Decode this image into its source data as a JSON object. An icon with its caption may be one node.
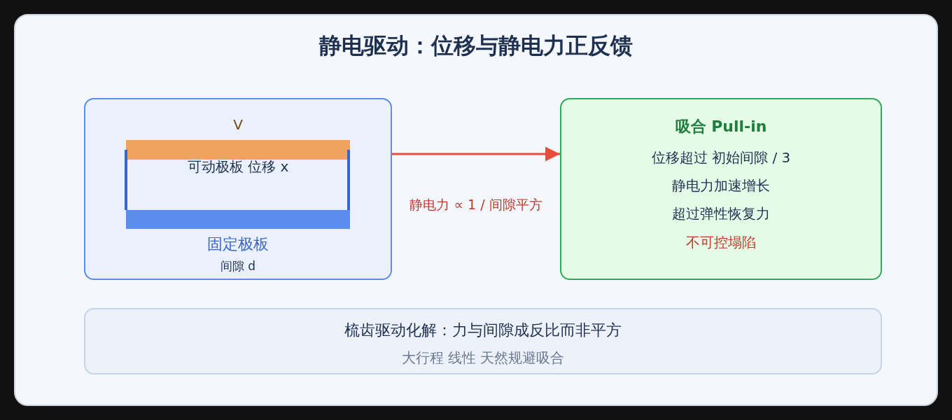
{
  "diagram": {
    "title": "静电驱动：位移与静电力正反馈",
    "nodes": [
      {
        "text": [
          "V",
          "可动极板 位移 x",
          "固定极板",
          "间隙 d"
        ]
      },
      {
        "text": [
          "吸合 Pull-in",
          "位移超过 初始间隙 / 3",
          "静电力加速增长",
          "超过弹性恢复力",
          "不可控塌陷"
        ]
      },
      {
        "text": [
          "梳齿驱动化解：力与间隙成反比而非平方",
          "大行程 线性 天然规避吸合"
        ]
      }
    ],
    "edges": [
      {
        "from": 0,
        "to": 1,
        "arrow": "to",
        "label": "静电力 ∝ 1 / 间隙平方",
        "color": "#e74c3c"
      }
    ]
  }
}
